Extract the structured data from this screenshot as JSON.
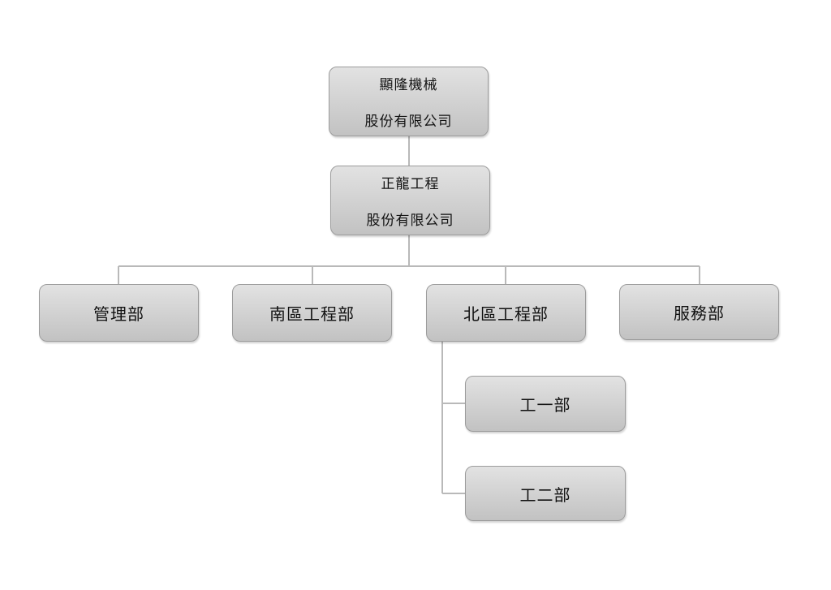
{
  "org_chart": {
    "root": {
      "line1": "顯隆機械",
      "line2": "股份有限公司"
    },
    "subsidiary": {
      "line1": "正龍工程",
      "line2": "股份有限公司"
    },
    "departments": [
      {
        "label": "管理部"
      },
      {
        "label": "南區工程部"
      },
      {
        "label": "北區工程部"
      },
      {
        "label": "服務部"
      }
    ],
    "north_units": [
      {
        "label": "工一部"
      },
      {
        "label": "工二部"
      }
    ]
  },
  "colors": {
    "node_fill_top": "#e2e2e2",
    "node_fill_bottom": "#c2c2c2",
    "node_border": "#9c9c9c",
    "connector": "#b9b9b9",
    "text": "#111111"
  }
}
